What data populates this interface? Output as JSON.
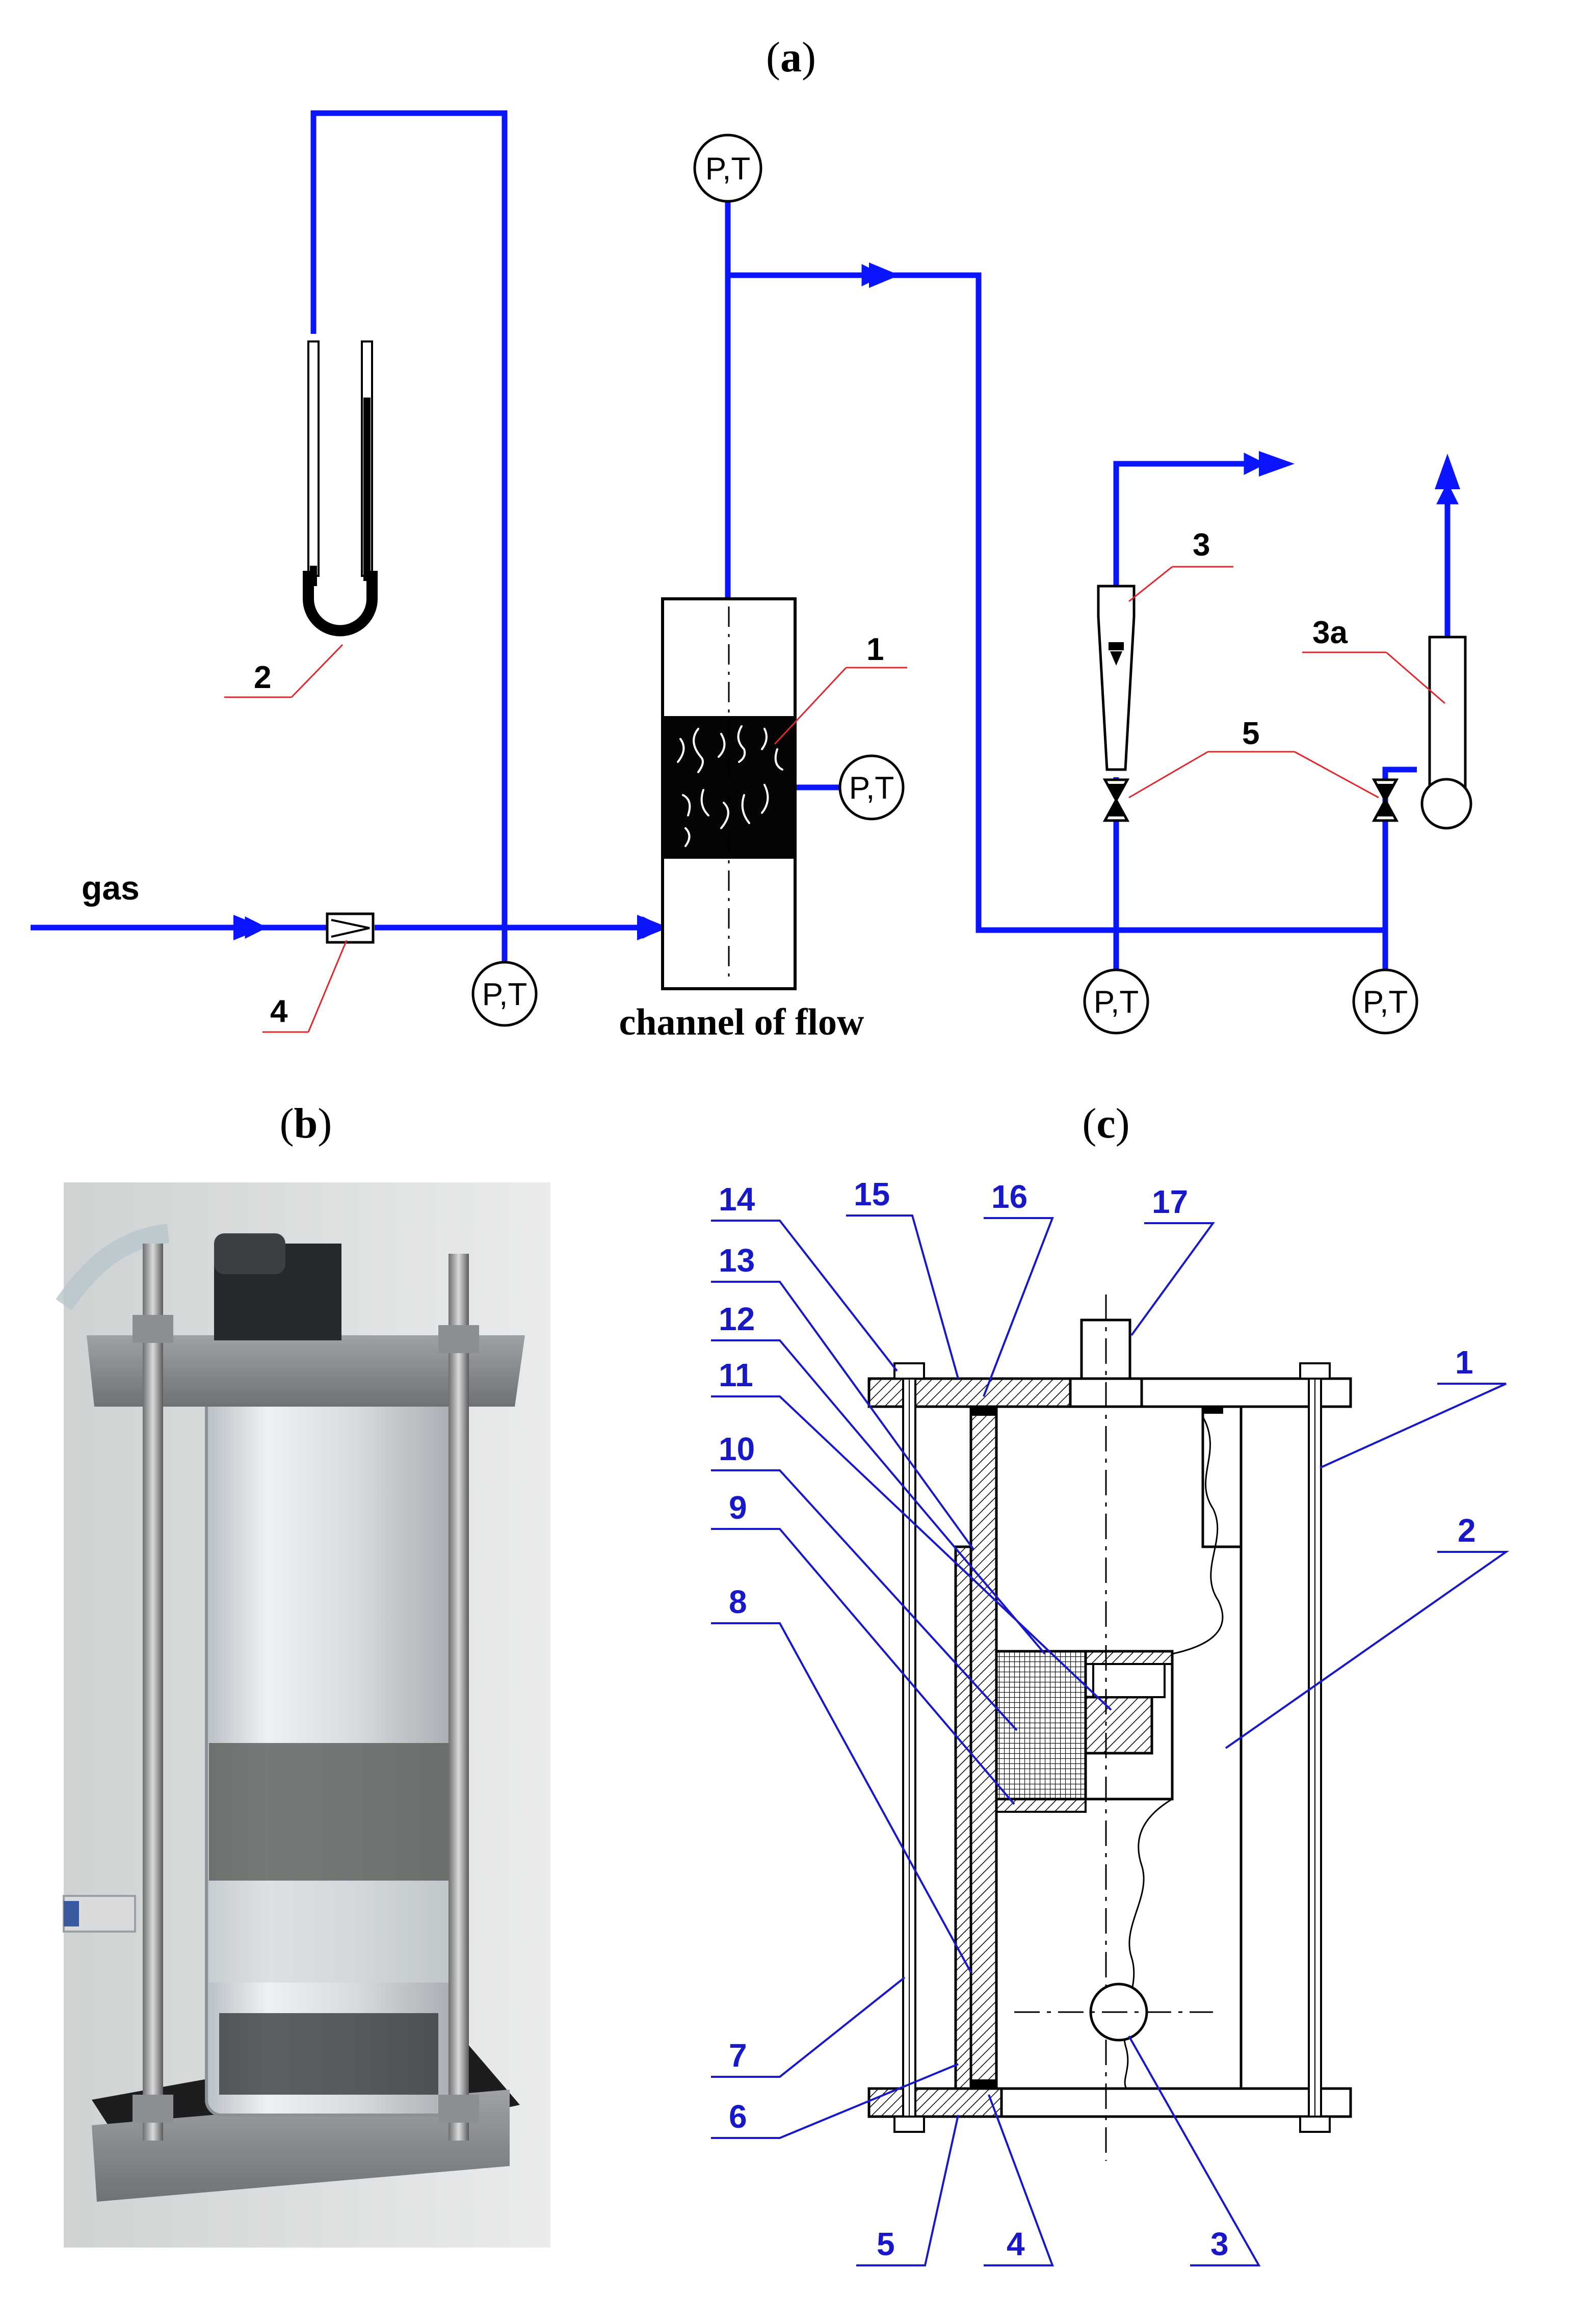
{
  "panels": {
    "a": {
      "label_open": "(",
      "label_letter": "a",
      "label_close": ")",
      "gas_label": "gas",
      "channel_label": "channel of flow",
      "pt_label": "P,T",
      "callouts": [
        "1",
        "2",
        "3",
        "3a",
        "4",
        "5"
      ]
    },
    "b": {
      "label_open": "(",
      "label_letter": "b",
      "label_close": ")"
    },
    "c": {
      "label_open": "(",
      "label_letter": "c",
      "label_close": ")",
      "callouts": [
        "1",
        "2",
        "3",
        "4",
        "5",
        "6",
        "7",
        "8",
        "9",
        "10",
        "11",
        "12",
        "13",
        "14",
        "15",
        "16",
        "17"
      ]
    }
  },
  "colors": {
    "pipe": "#0a14ff",
    "callout_line_a": "#e0282c",
    "callout_c": "#1818c8",
    "hatch": "#000000"
  }
}
